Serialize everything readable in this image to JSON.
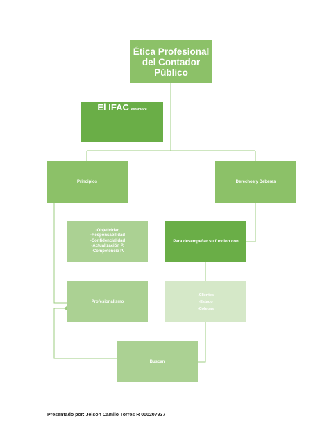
{
  "diagram": {
    "title": [
      "Ética Profesional",
      "del Contador",
      "Público"
    ],
    "ifac": {
      "main": "El IFAC",
      "suffix": "establece"
    },
    "principios": "Principios",
    "derechos": "Derechos y Deberes",
    "valores": [
      "-Objetividad",
      "-Responsabilidad",
      "-Confidencialidad",
      "-Actualización P.",
      "-Competencia P."
    ],
    "desempenar": "Para desempeñar su funcion con",
    "profesionalismo": "Profesionalismo",
    "clientes": [
      "-Clientes",
      "-Estado",
      "-Colegas"
    ],
    "buscan": "Buscan"
  },
  "footer": "Presentado por: Jeison Camilo Torres R 000207937",
  "colors": {
    "dark_green": "#6aae47",
    "medium_green": "#8cc168",
    "light_green": "#abd193",
    "pale_green": "#d5e8c8",
    "connector": "#9ccc80"
  }
}
